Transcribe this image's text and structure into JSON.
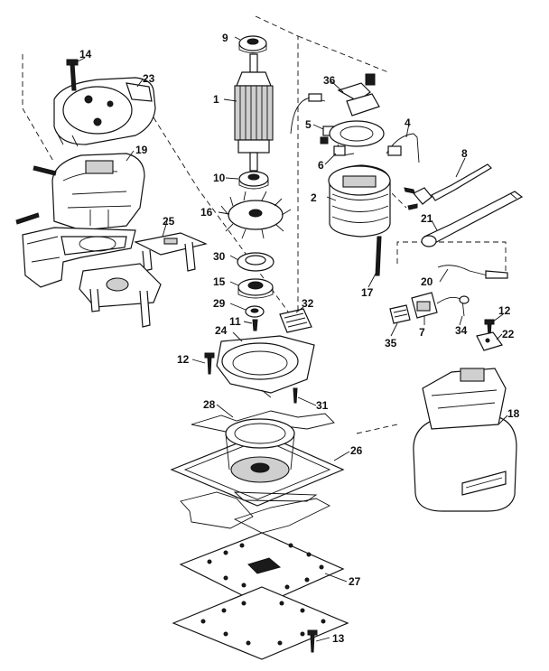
{
  "callouts": {
    "p1": "1",
    "p2": "2",
    "p4": "4",
    "p5": "5",
    "p6": "6",
    "p7": "7",
    "p8": "8",
    "p9": "9",
    "p10": "10",
    "p11": "11",
    "p12a": "12",
    "p12b": "12",
    "p13": "13",
    "p14": "14",
    "p15": "15",
    "p16": "16",
    "p17": "17",
    "p18": "18",
    "p19": "19",
    "p20": "20",
    "p21": "21",
    "p22": "22",
    "p23": "23",
    "p24": "24",
    "p25": "25",
    "p26": "26",
    "p27": "27",
    "p28": "28",
    "p29": "29",
    "p30": "30",
    "p31": "31",
    "p32": "32",
    "p34": "34",
    "p35": "35",
    "p36": "36"
  }
}
